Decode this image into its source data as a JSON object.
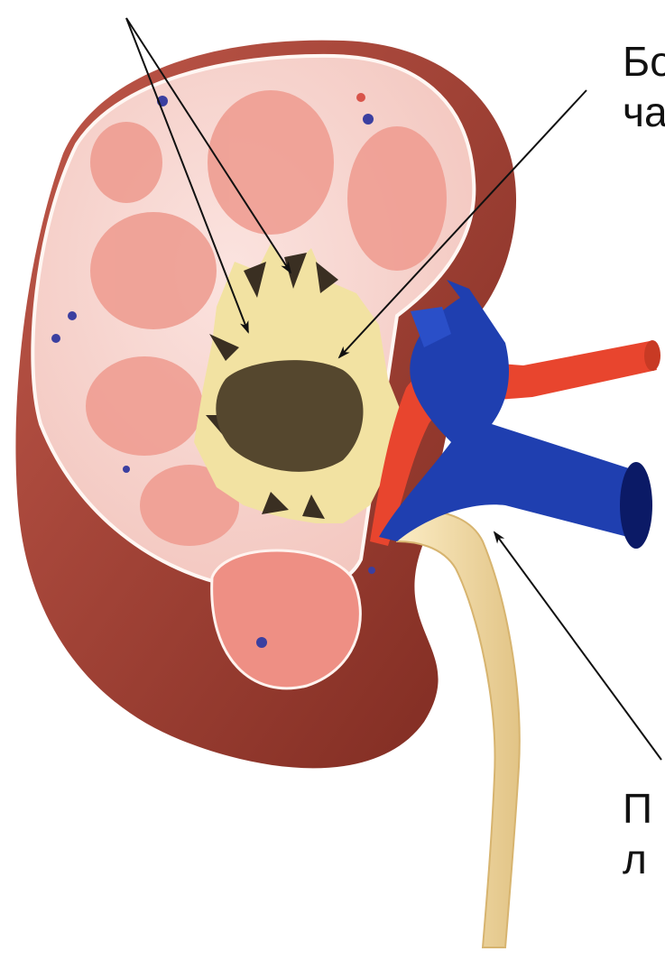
{
  "labels": {
    "top_right": {
      "line1": "Бо",
      "line2": "ча"
    },
    "bottom_right": {
      "line1": "П",
      "line2": "л"
    }
  },
  "colors": {
    "capsule_outer": "#9a3a2c",
    "cut_surface": "#f6d2cc",
    "pyramid": "#ee9a8e",
    "pelvis": "#f2e2a2",
    "calyx_dark": "#3a2f22",
    "artery": "#e8452e",
    "vein": "#1f3fb0",
    "ureter": "#f0d9a0",
    "arrow": "#111111"
  }
}
